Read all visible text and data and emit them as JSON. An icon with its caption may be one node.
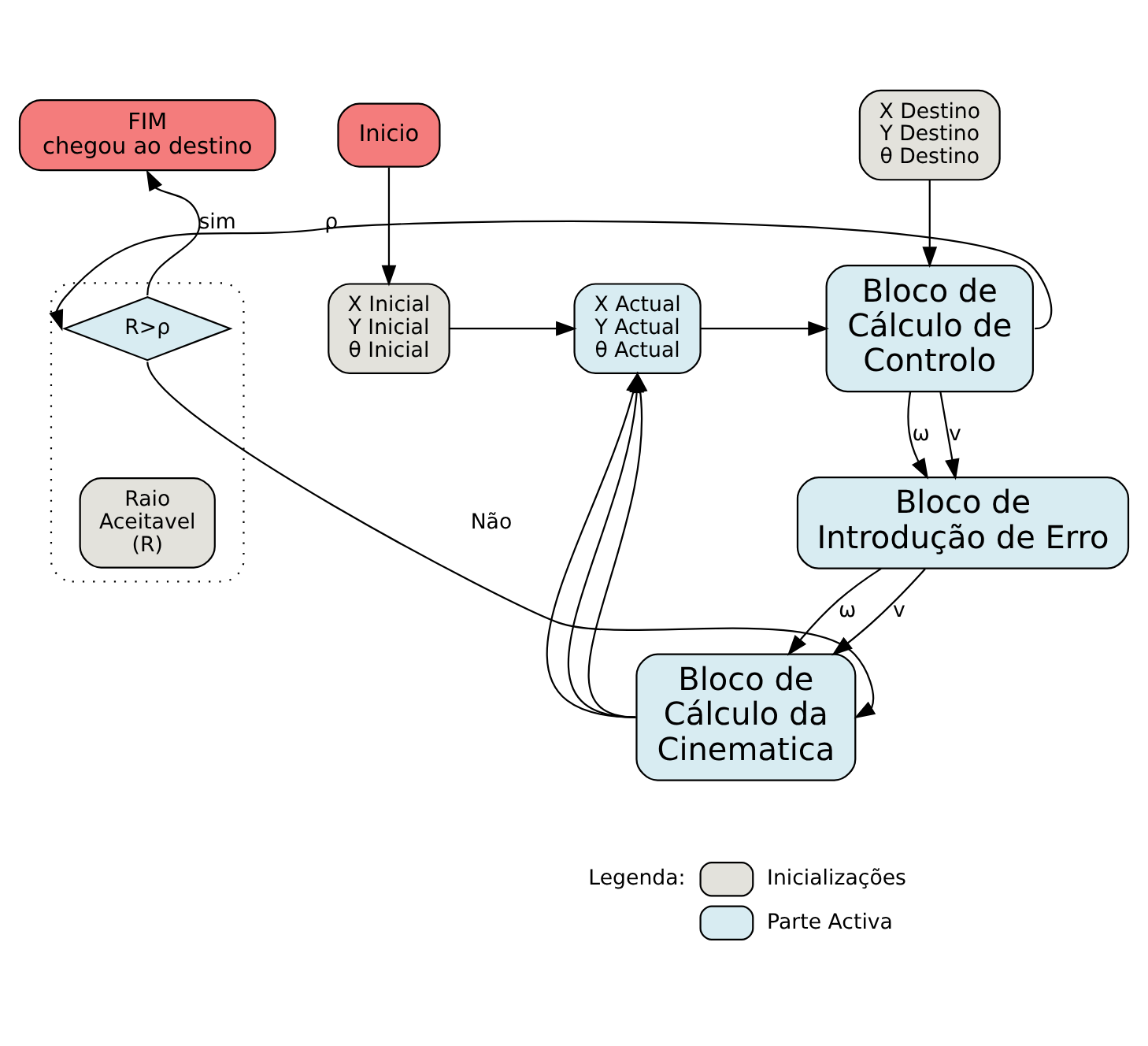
{
  "diagram": {
    "nodes": [
      {
        "text": [
          "FIM",
          "chegou ao destino"
        ]
      },
      {
        "text": [
          "X Destino",
          "Y Destino",
          "θ Destino"
        ]
      },
      {
        "text": [
          "Inicio"
        ]
      },
      {
        "text": [],
        "shape": "box"
      },
      {
        "text": [
          "X Inicial",
          "Y Inicial",
          "θ Inicial"
        ]
      },
      {
        "text": [
          "X Actual",
          "Y Actual",
          "θ Actual"
        ]
      },
      {
        "text": [
          "Bloco de Cálculo de Controlo"
        ]
      },
      {
        "text": [
          "R>ρ"
        ],
        "in": 3
      },
      {
        "text": [
          "Raio Aceitavel (R)"
        ],
        "in": 3
      },
      {
        "text": [
          "Bloco de Introdução de Erro"
        ]
      },
      {
        "text": [
          "Bloco de Cálculo da Cinematica"
        ]
      }
    ],
    "edges": [
      {
        "from": 2,
        "to": 4,
        "arrow": "to"
      },
      {
        "from": 4,
        "to": 5,
        "arrow": "to"
      },
      {
        "from": 1,
        "to": 6,
        "arrow": "to"
      },
      {
        "from": 5,
        "to": 6,
        "arrow": "to"
      },
      {
        "from": 6,
        "to": 7,
        "arrow": "to",
        "label": "ρ"
      },
      {
        "from": 7,
        "to": 0,
        "arrow": "to",
        "label": "sim"
      },
      {
        "from": 7,
        "to": 10,
        "arrow": "to",
        "label": "Não"
      },
      {
        "from": 6,
        "to": 9,
        "arrow": "to",
        "label": "v"
      },
      {
        "from": 6,
        "to": 9,
        "arrow": "to",
        "label": "ω"
      },
      {
        "from": 9,
        "to": 10,
        "arrow": "to",
        "label": "v"
      },
      {
        "from": 9,
        "to": 10,
        "arrow": "to",
        "label": "ω"
      },
      {
        "from": 10,
        "to": 5,
        "arrow": "to"
      },
      {
        "from": 10,
        "to": 5,
        "arrow": "to"
      },
      {
        "from": 10,
        "to": 5,
        "arrow": "to"
      }
    ],
    "labels": [
      "Legenda:"
    ],
    "legend": [
      {
        "text": "Inicializações",
        "color": "#e3e2dc"
      },
      {
        "text": "Parte Activa",
        "color": "#d8ecf2"
      }
    ]
  }
}
